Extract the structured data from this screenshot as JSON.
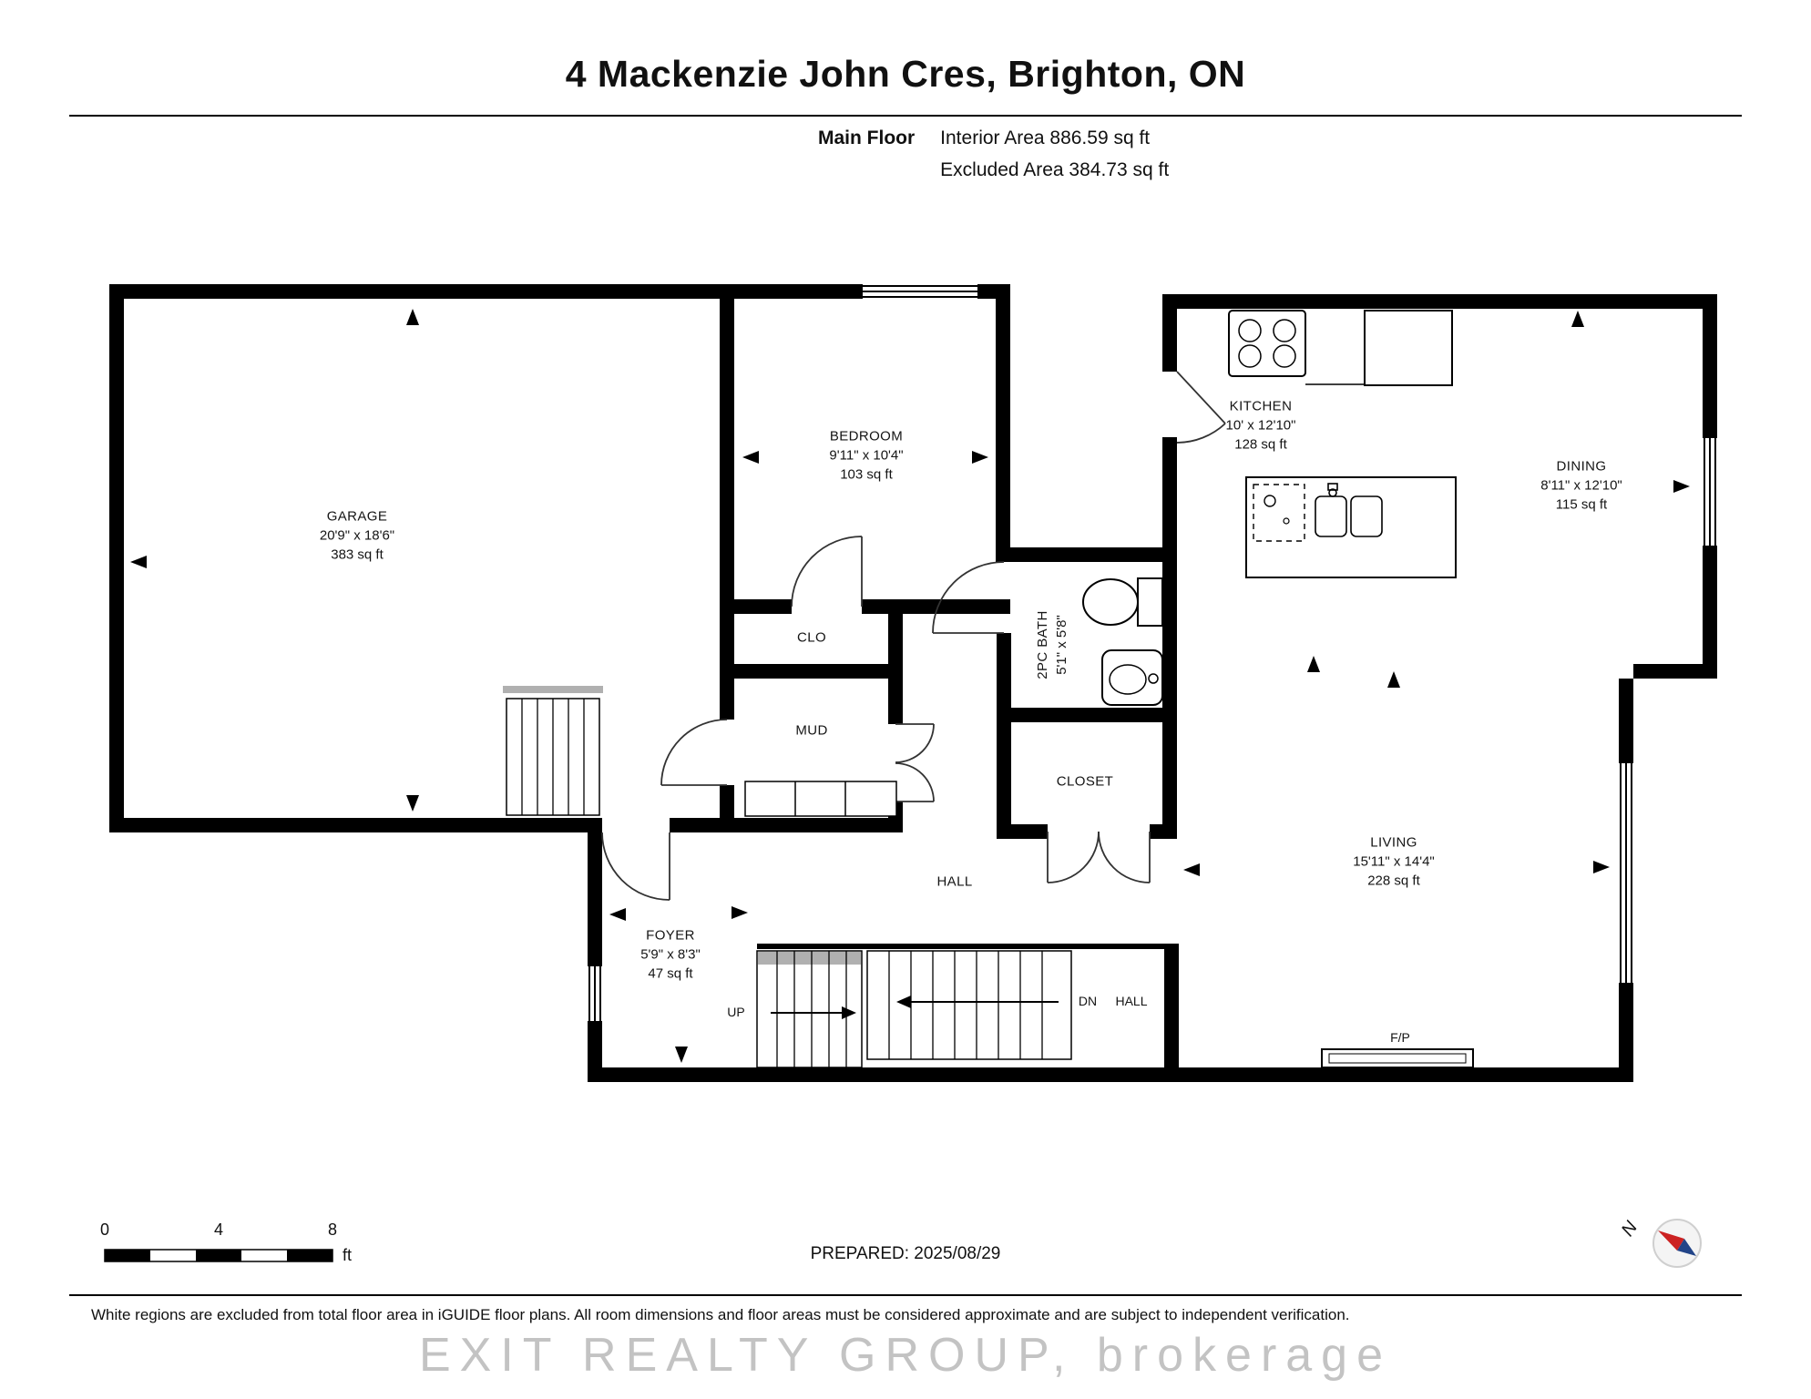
{
  "header": {
    "title": "4 Mackenzie John Cres, Brighton, ON",
    "floor_label": "Main Floor",
    "interior_area": "Interior Area 886.59 sq ft",
    "excluded_area": "Excluded Area 384.73 sq ft"
  },
  "rooms": {
    "garage": {
      "name": "GARAGE",
      "dims": "20'9\" x 18'6\"",
      "area": "383 sq ft"
    },
    "bedroom": {
      "name": "BEDROOM",
      "dims": "9'11\" x 10'4\"",
      "area": "103 sq ft"
    },
    "kitchen": {
      "name": "KITCHEN",
      "dims": "10' x 12'10\"",
      "area": "128 sq ft"
    },
    "dining": {
      "name": "DINING",
      "dims": "8'11\" x 12'10\"",
      "area": "115 sq ft"
    },
    "living": {
      "name": "LIVING",
      "dims": "15'11\" x 14'4\"",
      "area": "228 sq ft"
    },
    "foyer": {
      "name": "FOYER",
      "dims": "5'9\" x 8'3\"",
      "area": "47 sq ft"
    },
    "bath": {
      "name": "2PC BATH",
      "dims": "5'1\" x 5'8\""
    },
    "clo": {
      "name": "CLO"
    },
    "mud": {
      "name": "MUD"
    },
    "closet": {
      "name": "CLOSET"
    },
    "hall": {
      "name": "HALL"
    },
    "stairs_up": {
      "name": "UP"
    },
    "stairs_dn": {
      "name": "DN"
    },
    "lower_hall": {
      "name": "HALL"
    },
    "fireplace": {
      "name": "F/P"
    }
  },
  "footer": {
    "scale_labels": [
      "0",
      "4",
      "8"
    ],
    "scale_unit": "ft",
    "prepared": "PREPARED: 2025/08/29",
    "compass_label": "N",
    "disclaimer": "White regions are excluded from total floor area in iGUIDE floor plans. All room dimensions and floor areas must be considered approximate and are subject to independent verification.",
    "watermark": "EXIT REALTY GROUP, brokerage"
  },
  "colors": {
    "wall": "#000000",
    "stair_cut": "#b0b0b0",
    "watermark": "#c3c3c3",
    "compass_red": "#cc2222",
    "compass_blue": "#224488"
  }
}
